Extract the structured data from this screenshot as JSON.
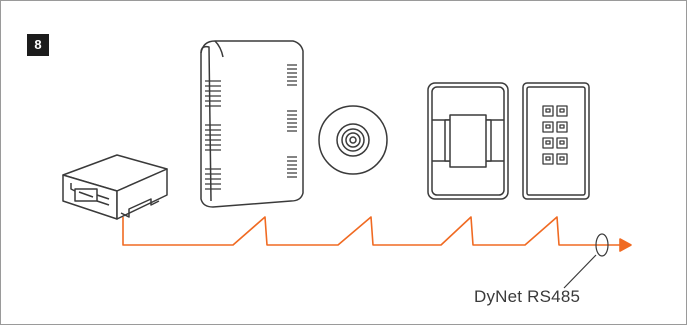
{
  "badge": {
    "number": "8"
  },
  "bus": {
    "label": "DyNet RS485",
    "color": "#f06a22"
  },
  "devices": [
    {
      "name": "gateway-module"
    },
    {
      "name": "controller-enclosure"
    },
    {
      "name": "ceiling-sensor"
    },
    {
      "name": "rocker-wall-switch"
    },
    {
      "name": "keypad-panel",
      "buttons": 8
    }
  ]
}
